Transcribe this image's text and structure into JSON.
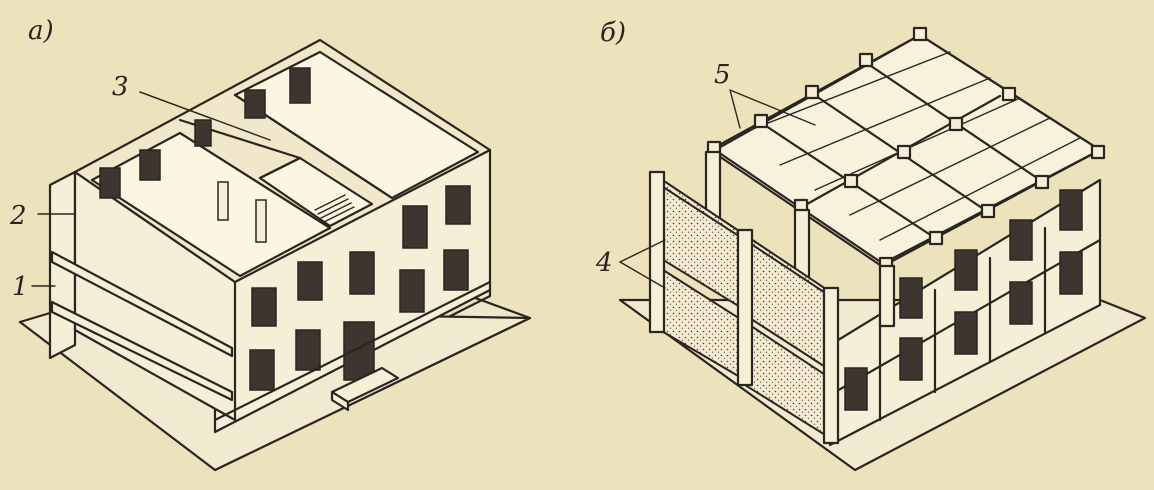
{
  "figure_a": {
    "caption": "а)",
    "callouts": [
      {
        "id": "1",
        "text": "1"
      },
      {
        "id": "2",
        "text": "2"
      },
      {
        "id": "3",
        "text": "3"
      }
    ]
  },
  "figure_b": {
    "caption": "б)",
    "callouts": [
      {
        "id": "4",
        "text": "4"
      },
      {
        "id": "5",
        "text": "5"
      }
    ]
  },
  "colors": {
    "paper": "#ece2bb",
    "ink": "#2b2520",
    "wall_fill": "#f6efd8",
    "window_fill": "#3d3530"
  }
}
